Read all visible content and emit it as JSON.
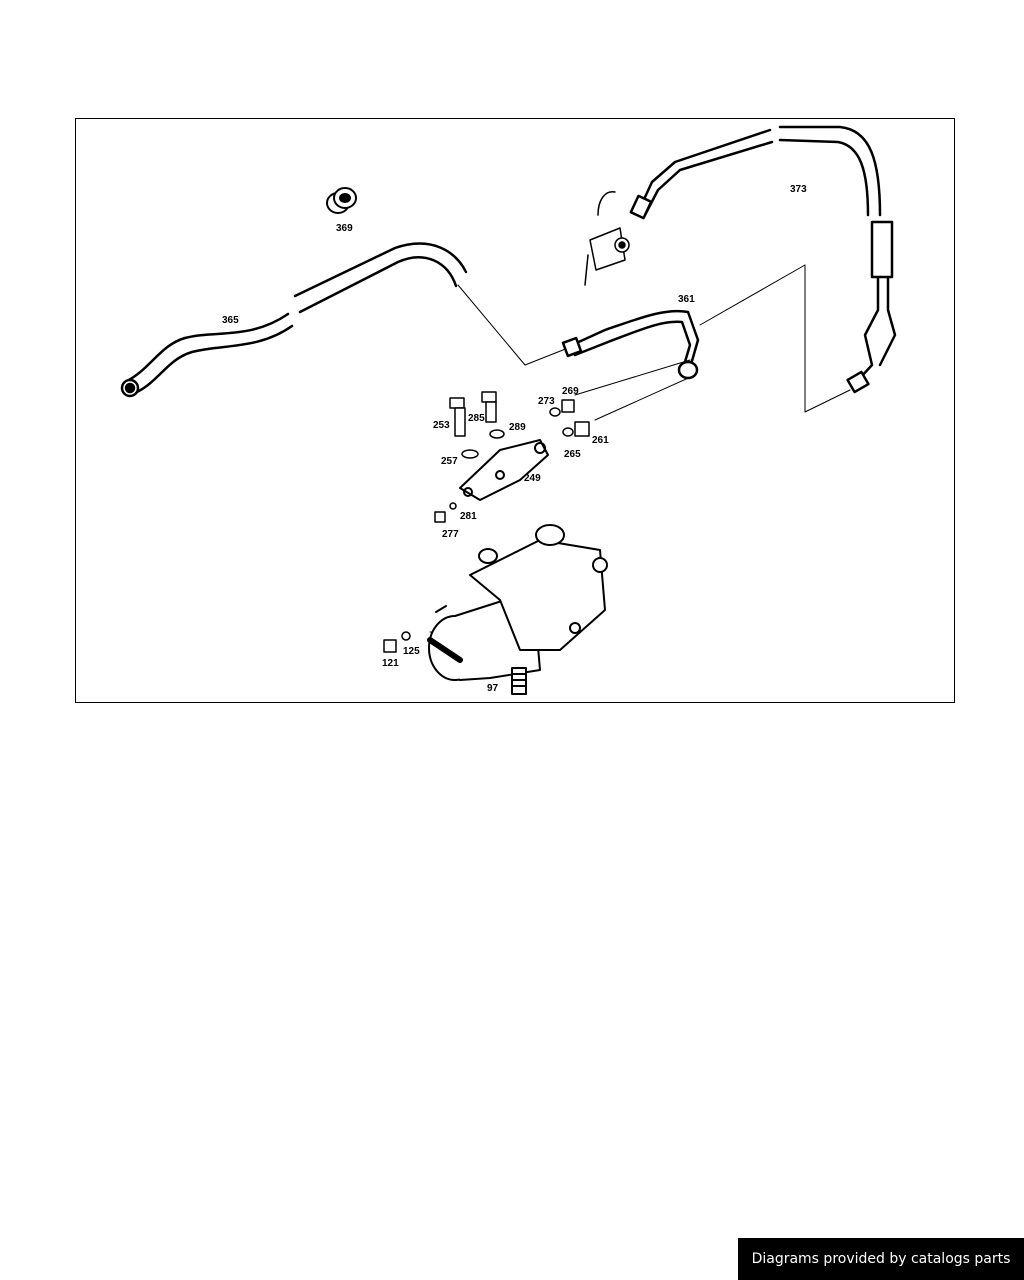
{
  "diagram": {
    "part_numbers": {
      "p369": "369",
      "p373": "373",
      "p365": "365",
      "p361": "361",
      "p269": "269",
      "p273": "273",
      "p253": "253",
      "p285": "285",
      "p289": "289",
      "p257": "257",
      "p265": "265",
      "p261": "261",
      "p249": "249",
      "p281": "281",
      "p277": "277",
      "p121": "121",
      "p125": "125",
      "p97": "97"
    }
  },
  "footer": {
    "credit_text": "Diagrams provided by catalogs parts"
  }
}
